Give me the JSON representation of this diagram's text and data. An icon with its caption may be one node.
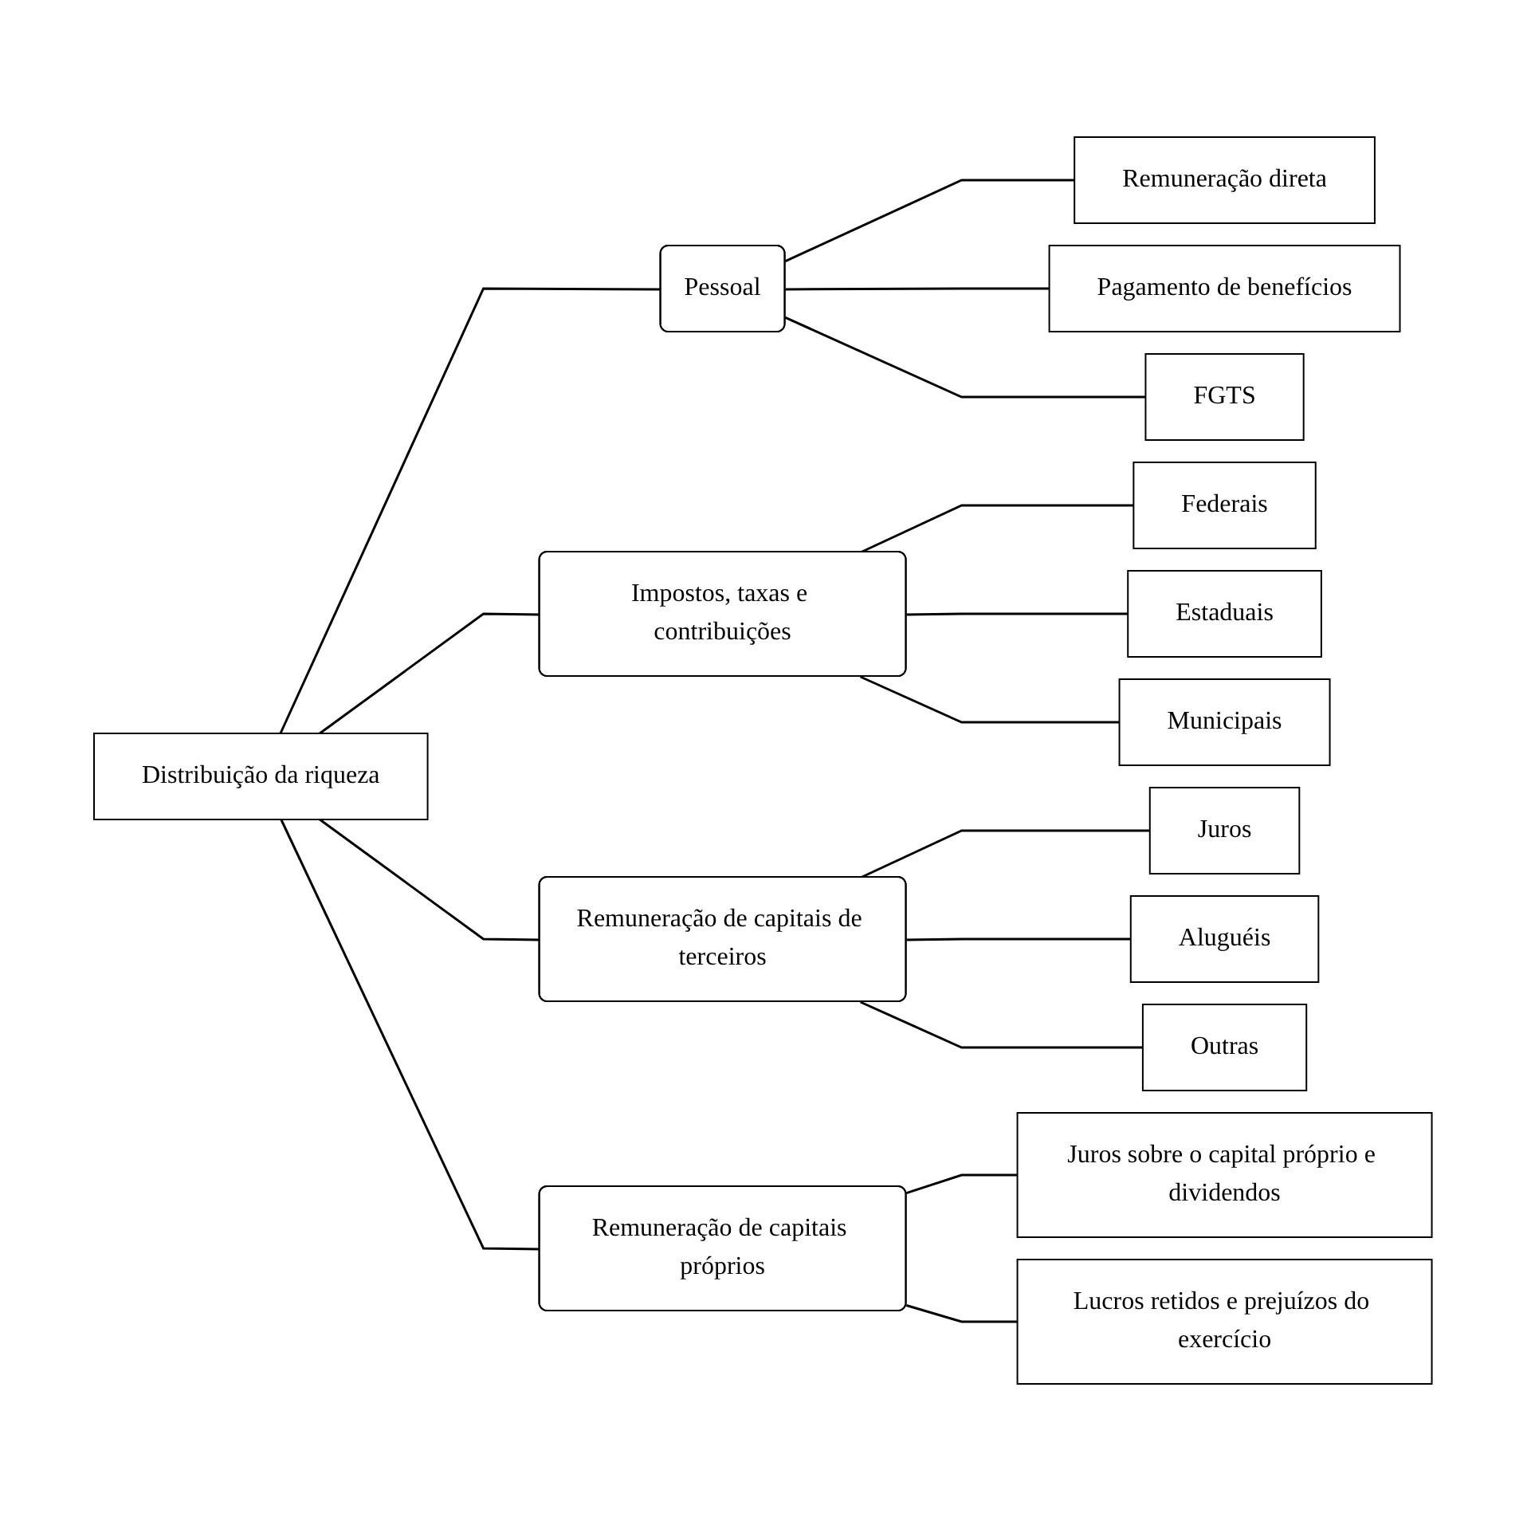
{
  "diagram": {
    "nodes": [
      {
        "text": [
          "Distribuição da riqueza"
        ]
      },
      {
        "text": [
          "Pessoal"
        ]
      },
      {
        "text": [
          "Remuneração direta"
        ]
      },
      {
        "text": [
          "Pagamento de benefícios"
        ]
      },
      {
        "text": [
          "FGTS"
        ]
      },
      {
        "text": [
          "Impostos, taxas e contribuições"
        ]
      },
      {
        "text": [
          "Federais"
        ]
      },
      {
        "text": [
          "Estaduais"
        ]
      },
      {
        "text": [
          "Municipais"
        ]
      },
      {
        "text": [
          "Remuneração de capitais de terceiros"
        ]
      },
      {
        "text": [
          "Juros"
        ]
      },
      {
        "text": [
          "Aluguéis"
        ]
      },
      {
        "text": [
          "Outras"
        ]
      },
      {
        "text": [
          "Remuneração de capitais próprios"
        ]
      },
      {
        "text": [
          "Juros sobre o capital próprio e dividendos"
        ]
      },
      {
        "text": [
          "Lucros retidos e prejuízos do exercício"
        ]
      }
    ],
    "edges": [
      {
        "from": 0,
        "to": 1,
        "arrow": "none"
      },
      {
        "from": 0,
        "to": 5,
        "arrow": "none"
      },
      {
        "from": 0,
        "to": 9,
        "arrow": "none"
      },
      {
        "from": 0,
        "to": 13,
        "arrow": "none"
      },
      {
        "from": 1,
        "to": 2,
        "arrow": "none"
      },
      {
        "from": 1,
        "to": 3,
        "arrow": "none"
      },
      {
        "from": 1,
        "to": 4,
        "arrow": "none"
      },
      {
        "from": 5,
        "to": 6,
        "arrow": "none"
      },
      {
        "from": 5,
        "to": 7,
        "arrow": "none"
      },
      {
        "from": 5,
        "to": 8,
        "arrow": "none"
      },
      {
        "from": 9,
        "to": 10,
        "arrow": "none"
      },
      {
        "from": 9,
        "to": 11,
        "arrow": "none"
      },
      {
        "from": 9,
        "to": 12,
        "arrow": "none"
      },
      {
        "from": 13,
        "to": 14,
        "arrow": "none"
      },
      {
        "from": 13,
        "to": 15,
        "arrow": "none"
      }
    ]
  }
}
